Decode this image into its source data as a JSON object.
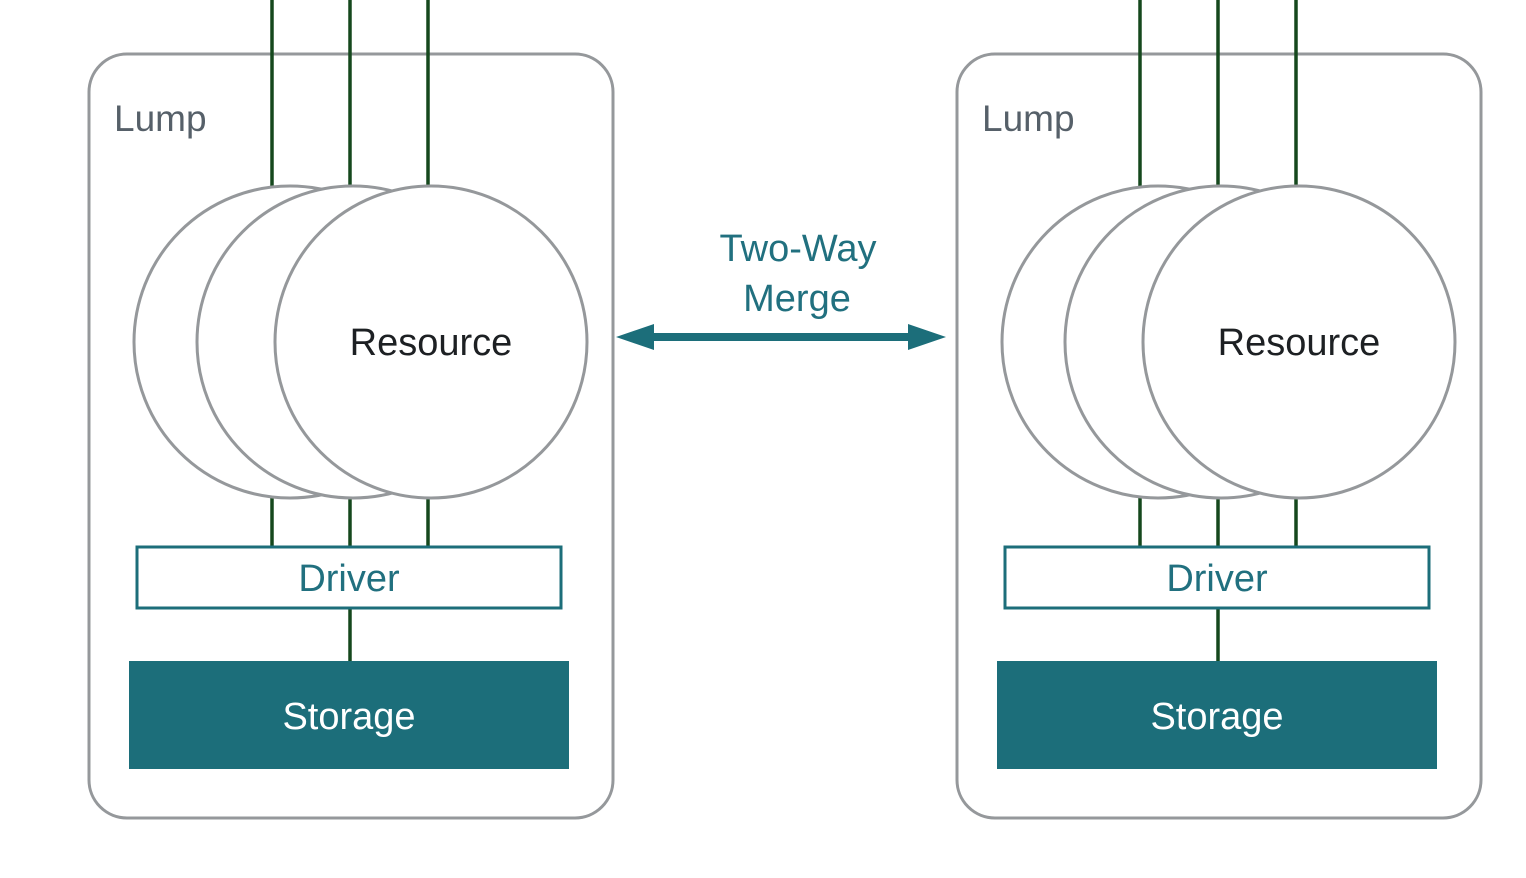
{
  "lumps": [
    {
      "label": "Lump",
      "resource": {
        "label": "Resource",
        "stack_count": 3
      },
      "driver": {
        "label": "Driver"
      },
      "storage": {
        "label": "Storage"
      }
    },
    {
      "label": "Lump",
      "resource": {
        "label": "Resource",
        "stack_count": 3
      },
      "driver": {
        "label": "Driver"
      },
      "storage": {
        "label": "Storage"
      }
    }
  ],
  "connector": {
    "label": "Two-Way Merge",
    "label_lines": [
      "Two-Way",
      "Merge"
    ],
    "type": "bidirectional-arrow"
  },
  "colors": {
    "teal": "#1c6e7a",
    "teal_text": "#21707f",
    "dark_green": "#15481d",
    "border_gray": "#95989b",
    "lump_label_gray": "#566069",
    "resource_text": "#1d2023",
    "background": "#ffffff"
  }
}
